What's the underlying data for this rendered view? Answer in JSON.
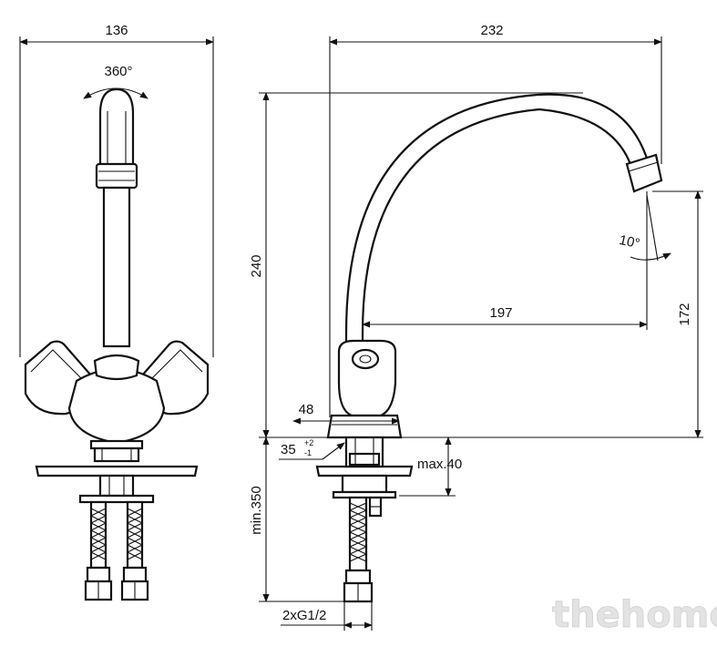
{
  "dimensions": {
    "front_width": "136",
    "rotation": "360°",
    "side_length": "232",
    "height_total": "240",
    "spout_reach": "197",
    "spout_height": "172",
    "spout_angle": "10°",
    "base_width": "48",
    "hole_diameter": "35",
    "hole_tol_plus": "+2",
    "hole_tol_minus": "-1",
    "deck_thickness": "max.40",
    "hose_length": "min.350",
    "connection": "2xG1/2"
  },
  "watermark": "thehome"
}
